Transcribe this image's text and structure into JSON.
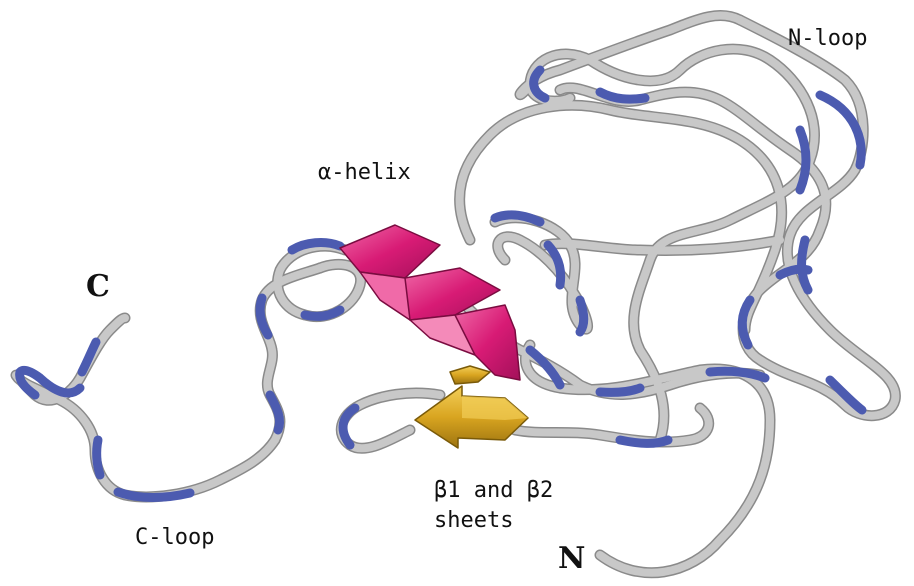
{
  "labels": {
    "n_loop": "N-loop",
    "alpha_helix": "α-helix",
    "c_terminus": "C",
    "c_loop": "C-loop",
    "beta_line1": "β1 and β2",
    "beta_line2": "sheets",
    "n_terminus": "N"
  },
  "colors": {
    "coil": "#bdbdbd",
    "coil_edge": "#8a8a8a",
    "loop_accent": "#4c5bb0",
    "helix": "#d81b75",
    "helix_light": "#f06aa8",
    "sheet": "#d9a520",
    "sheet_light": "#f3cf5a"
  }
}
